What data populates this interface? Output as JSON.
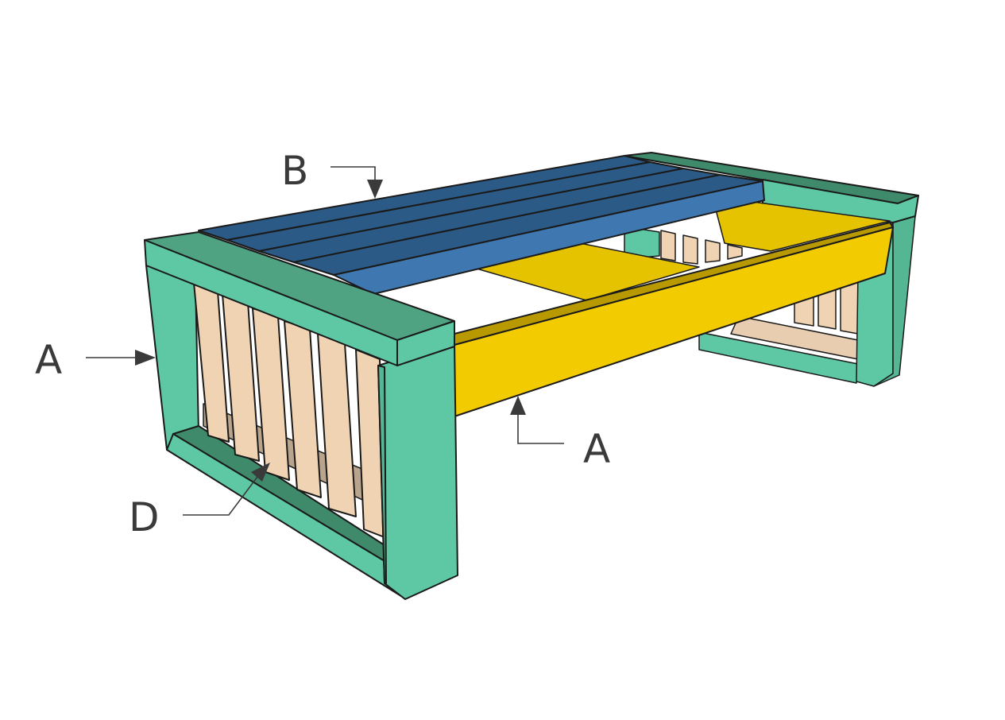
{
  "colors": {
    "frame_front": "#5ec7a3",
    "frame_side": "#55b693",
    "frame_top": "#3f8a6a",
    "frame_top_light": "#4fa382",
    "top_slat_dark": "#2c5a86",
    "top_slat_light": "#3f78b0",
    "rail_front": "#f2cc00",
    "rail_top": "#b89a00",
    "shelf": "#e6c300",
    "slat": "#f0d3b2",
    "slat_shadow": "#ddbd97",
    "slat_dark": "#b9a58d",
    "label_text": "#3a3a3a"
  },
  "labels": {
    "A_left": "A",
    "A_bottom": "A",
    "B": "B",
    "D": "D"
  }
}
